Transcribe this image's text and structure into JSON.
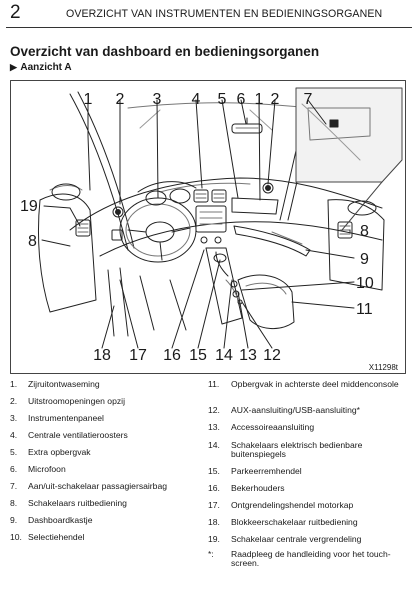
{
  "header": {
    "page_number": "2",
    "chapter_title": "OVERZICHT VAN INSTRUMENTEN EN BEDIENINGSORGANEN"
  },
  "section_title": "Overzicht van dashboard en bedieningsorganen",
  "subheading": {
    "marker": "▶",
    "label": "Aanzicht A"
  },
  "figure": {
    "top_callouts": [
      "1",
      "2",
      "3",
      "4",
      "5",
      "6",
      "1",
      "2"
    ],
    "inset_callout": "7",
    "left_callouts": [
      "19",
      "8"
    ],
    "right_callouts": [
      "8",
      "9",
      "10",
      "11"
    ],
    "bottom_callouts": [
      "18",
      "17",
      "16",
      "15",
      "14",
      "13",
      "12"
    ],
    "code": "X11298t"
  },
  "legend_left": [
    {
      "num": "1.",
      "text": "Zijruitontwaseming"
    },
    {
      "num": "2.",
      "text": "Uitstroomopeningen opzij"
    },
    {
      "num": "3.",
      "text": "Instrumentenpaneel"
    },
    {
      "num": "4.",
      "text": "Centrale ventilatieroosters"
    },
    {
      "num": "5.",
      "text": "Extra opbergvak"
    },
    {
      "num": "6.",
      "text": "Microfoon"
    },
    {
      "num": "7.",
      "text": "Aan/uit-schakelaar passagiersairbag"
    },
    {
      "num": "8.",
      "text": "Schakelaars ruitbediening"
    },
    {
      "num": "9.",
      "text": "Dashboardkastje"
    },
    {
      "num": "10.",
      "text": "Selectiehendel"
    }
  ],
  "legend_right": [
    {
      "num": "11.",
      "text": "Opbergvak in achterste deel middenconsole"
    },
    {
      "num": "12.",
      "text": "AUX-aansluiting/USB-aansluiting*"
    },
    {
      "num": "13.",
      "text": "Accessoireaansluiting"
    },
    {
      "num": "14.",
      "text": "Schakelaars elektrisch bedienbare buitenspiegels"
    },
    {
      "num": "15.",
      "text": "Parkeerremhendel"
    },
    {
      "num": "16.",
      "text": "Bekerhouders"
    },
    {
      "num": "17.",
      "text": "Ontgrendelingshendel motorkap"
    },
    {
      "num": "18.",
      "text": "Blokkeerschakelaar ruitbediening"
    },
    {
      "num": "19.",
      "text": "Schakelaar centrale vergrendeling"
    }
  ],
  "footnote": {
    "mark": "*:",
    "text": "Raadpleeg de handleiding voor het touch-screen."
  }
}
